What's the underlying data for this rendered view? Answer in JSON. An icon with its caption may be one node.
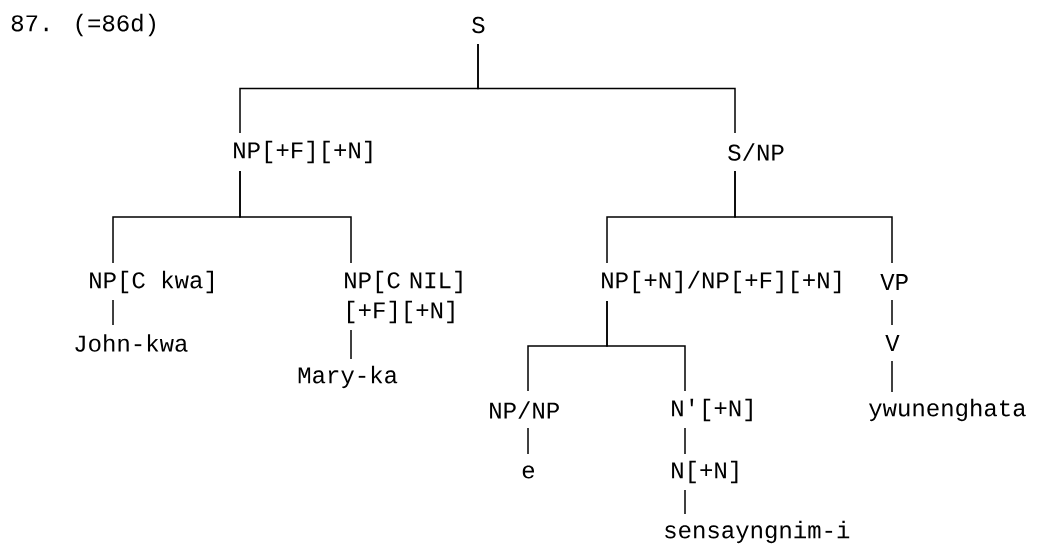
{
  "diagram": {
    "nodes": [
      {
        "text": [
          "S"
        ]
      },
      {
        "text": [
          "NP[+F][+N]"
        ]
      },
      {
        "text": [
          "S/NP"
        ]
      },
      {
        "text": [
          "NP[C kwa]"
        ]
      },
      {
        "text": [
          "NP[C NIL] [+F][+N]"
        ]
      },
      {
        "text": [
          "NP[+N]/NP[+F][+N]"
        ]
      },
      {
        "text": [
          "VP"
        ]
      },
      {
        "text": [
          "John-kwa"
        ]
      },
      {
        "text": [
          "V"
        ]
      },
      {
        "text": [
          "Mary-ka"
        ]
      },
      {
        "text": [
          "NP/NP"
        ]
      },
      {
        "text": [
          "N'[+N]"
        ]
      },
      {
        "text": [
          "ywunenghata"
        ]
      },
      {
        "text": [
          "e"
        ]
      },
      {
        "text": [
          "N[+N]"
        ]
      },
      {
        "text": [
          "sensayngnim-i"
        ]
      }
    ],
    "edges": [
      {
        "from": 0,
        "to": 1,
        "arrow": "none"
      },
      {
        "from": 0,
        "to": 2,
        "arrow": "none"
      },
      {
        "from": 1,
        "to": 3,
        "arrow": "none"
      },
      {
        "from": 1,
        "to": 4,
        "arrow": "none"
      },
      {
        "from": 2,
        "to": 5,
        "arrow": "none"
      },
      {
        "from": 2,
        "to": 6,
        "arrow": "none"
      },
      {
        "from": 3,
        "to": 7,
        "arrow": "none"
      },
      {
        "from": 4,
        "to": 9,
        "arrow": "none"
      },
      {
        "from": 5,
        "to": 10,
        "arrow": "none"
      },
      {
        "from": 5,
        "to": 11,
        "arrow": "none"
      },
      {
        "from": 6,
        "to": 8,
        "arrow": "none"
      },
      {
        "from": 8,
        "to": 12,
        "arrow": "none"
      },
      {
        "from": 10,
        "to": 13,
        "arrow": "none"
      },
      {
        "from": 11,
        "to": 14,
        "arrow": "none"
      },
      {
        "from": 14,
        "to": 15,
        "arrow": "none"
      }
    ],
    "labels": [
      "87. (=86d)"
    ]
  }
}
